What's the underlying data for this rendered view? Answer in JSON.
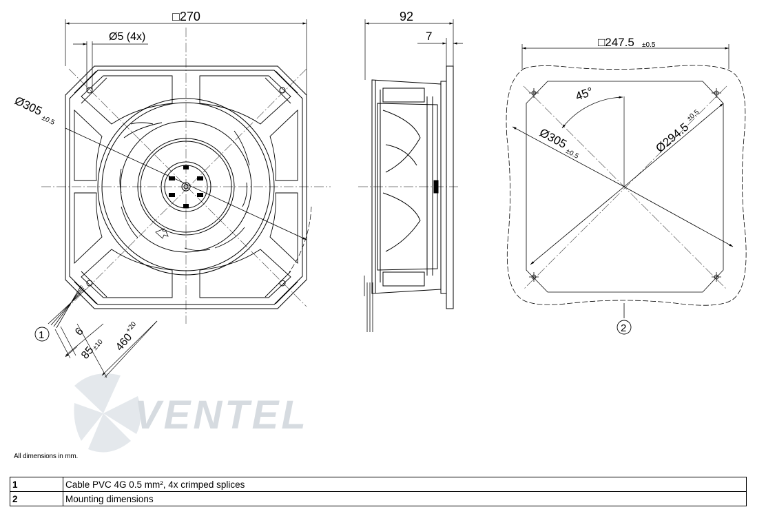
{
  "front_view": {
    "overall_dim": "□270",
    "hole_dim": "Ø5 (4x)",
    "diameter_dim": "Ø305",
    "diameter_tol": "±0.5",
    "cable_dim_1": "6",
    "cable_dim_2": "85",
    "cable_dim_2_tol": "±10",
    "cable_dim_3": "460",
    "cable_dim_3_tol": "+20",
    "callout": "1"
  },
  "side_view": {
    "depth_dim": "92",
    "flange_dim": "7"
  },
  "mounting_view": {
    "square_dim": "□247.5",
    "square_tol": "±0.5",
    "angle_dim": "45°",
    "diag_dim_1": "Ø305",
    "diag_dim_1_tol": "±0.5",
    "diag_dim_2": "Ø294.5",
    "diag_dim_2_tol": "±0.5",
    "callout": "2"
  },
  "watermark": "VENTEL",
  "note": "All dimensions in mm.",
  "legend": [
    {
      "num": "1",
      "text": "Cable PVC 4G 0.5 mm², 4x crimped splices"
    },
    {
      "num": "2",
      "text": "Mounting dimensions"
    }
  ]
}
